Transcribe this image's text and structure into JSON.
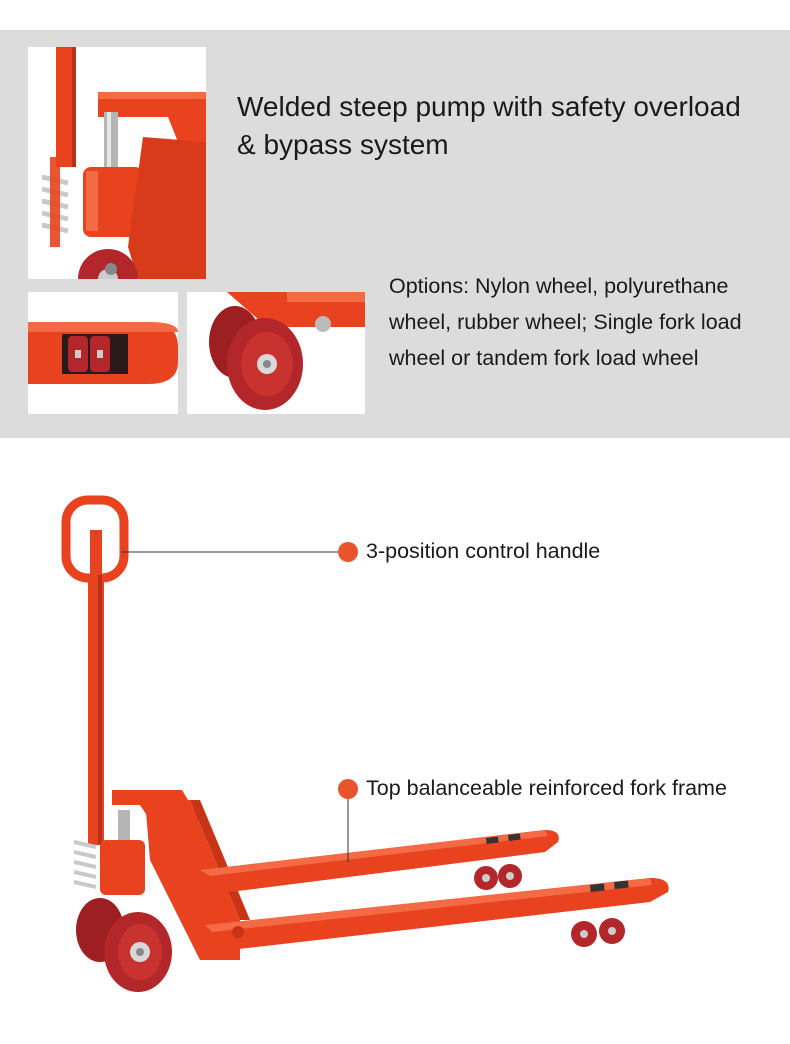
{
  "features": {
    "pump": {
      "text": "Welded steep pump with safety overload & bypass system",
      "icon": "pump-detail-photo"
    },
    "wheels": {
      "text": "Options: Nylon wheel, polyurethane wheel, rubber wheel; Single fork load wheel or tandem fork load wheel",
      "icons": [
        "fork-load-wheel-photo",
        "steering-wheel-photo"
      ]
    }
  },
  "callouts": [
    {
      "label": "3-position control handle"
    },
    {
      "label": "Top balanceable reinforced fork frame"
    }
  ],
  "colors": {
    "panel_bg": "#dcdcdc",
    "accent_dot": "#e8542c",
    "truck_red": "#e8421e",
    "wheel_red": "#b3262a"
  }
}
